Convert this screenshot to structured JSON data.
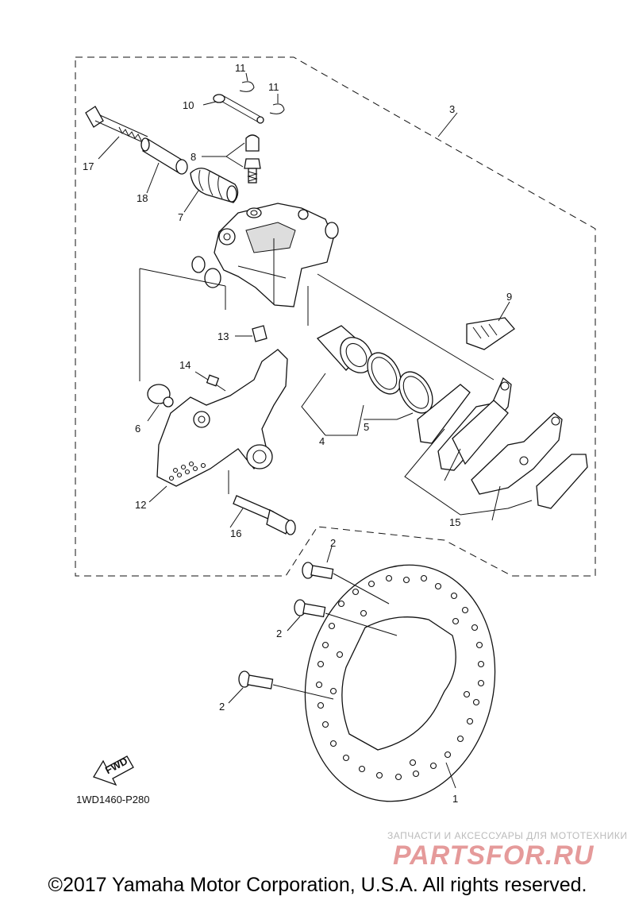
{
  "diagram": {
    "drawing_code": "1WD1460-P280",
    "fwd_label": "FWD",
    "callouts": {
      "c1": "1",
      "c2a": "2",
      "c2b": "2",
      "c2c": "2",
      "c3": "3",
      "c4": "4",
      "c5": "5",
      "c6": "6",
      "c7": "7",
      "c8": "8",
      "c9": "9",
      "c10": "10",
      "c11a": "11",
      "c11b": "11",
      "c12": "12",
      "c13": "13",
      "c14": "14",
      "c15": "15",
      "c16": "16",
      "c17": "17",
      "c18": "18"
    }
  },
  "watermark": {
    "tagline": "ЗАПЧАСТИ И АКСЕССУАРЫ ДЛЯ МОТОТЕХНИКИ",
    "logo_text": "PARTSFOR.RU"
  },
  "footer": {
    "copyright": "©2017 Yamaha Motor Corporation, U.S.A. All rights reserved."
  }
}
